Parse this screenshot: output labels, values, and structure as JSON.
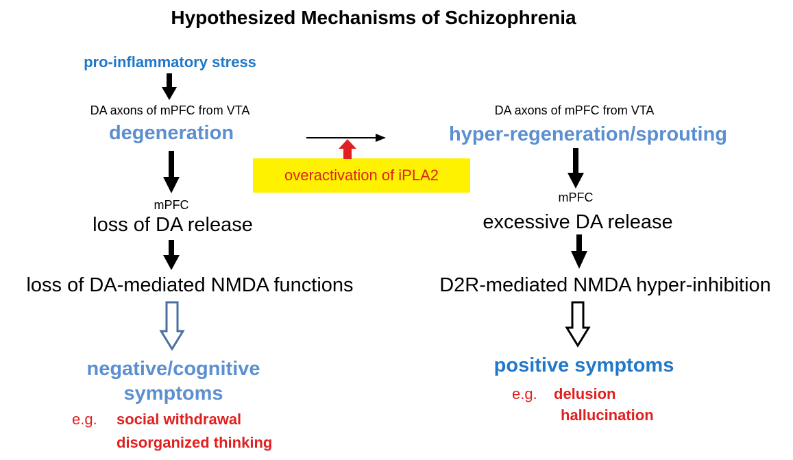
{
  "title": "Hypothesized Mechanisms of Schizophrenia",
  "left": {
    "stress": "pro-inflammatory stress",
    "axons": "DA axons of mPFC from VTA",
    "degeneration": "degeneration",
    "mpfc": "mPFC",
    "loss_da": "loss of DA release",
    "loss_nmda": "loss of DA-mediated NMDA functions",
    "symptoms_line1": "negative/cognitive",
    "symptoms_line2": "symptoms",
    "eg": "e.g.",
    "examples": [
      "social withdrawal",
      "disorganized thinking"
    ]
  },
  "middle": {
    "ipla2": "overactivation of iPLA2"
  },
  "right": {
    "axons": "DA axons of mPFC from VTA",
    "regeneration": "hyper-regeneration/sprouting",
    "mpfc": "mPFC",
    "excess_da": "excessive DA release",
    "d2r": "D2R-mediated NMDA hyper-inhibition",
    "positive": "positive symptoms",
    "eg": "e.g.",
    "examples": [
      "delusion",
      "hallucination"
    ]
  },
  "colors": {
    "blue_label": "#1f78c8",
    "light_blue": "#5b8fd0",
    "red": "#e02020",
    "highlight": "#fff200",
    "hollow_arrow_left": "#4a6fa0"
  }
}
